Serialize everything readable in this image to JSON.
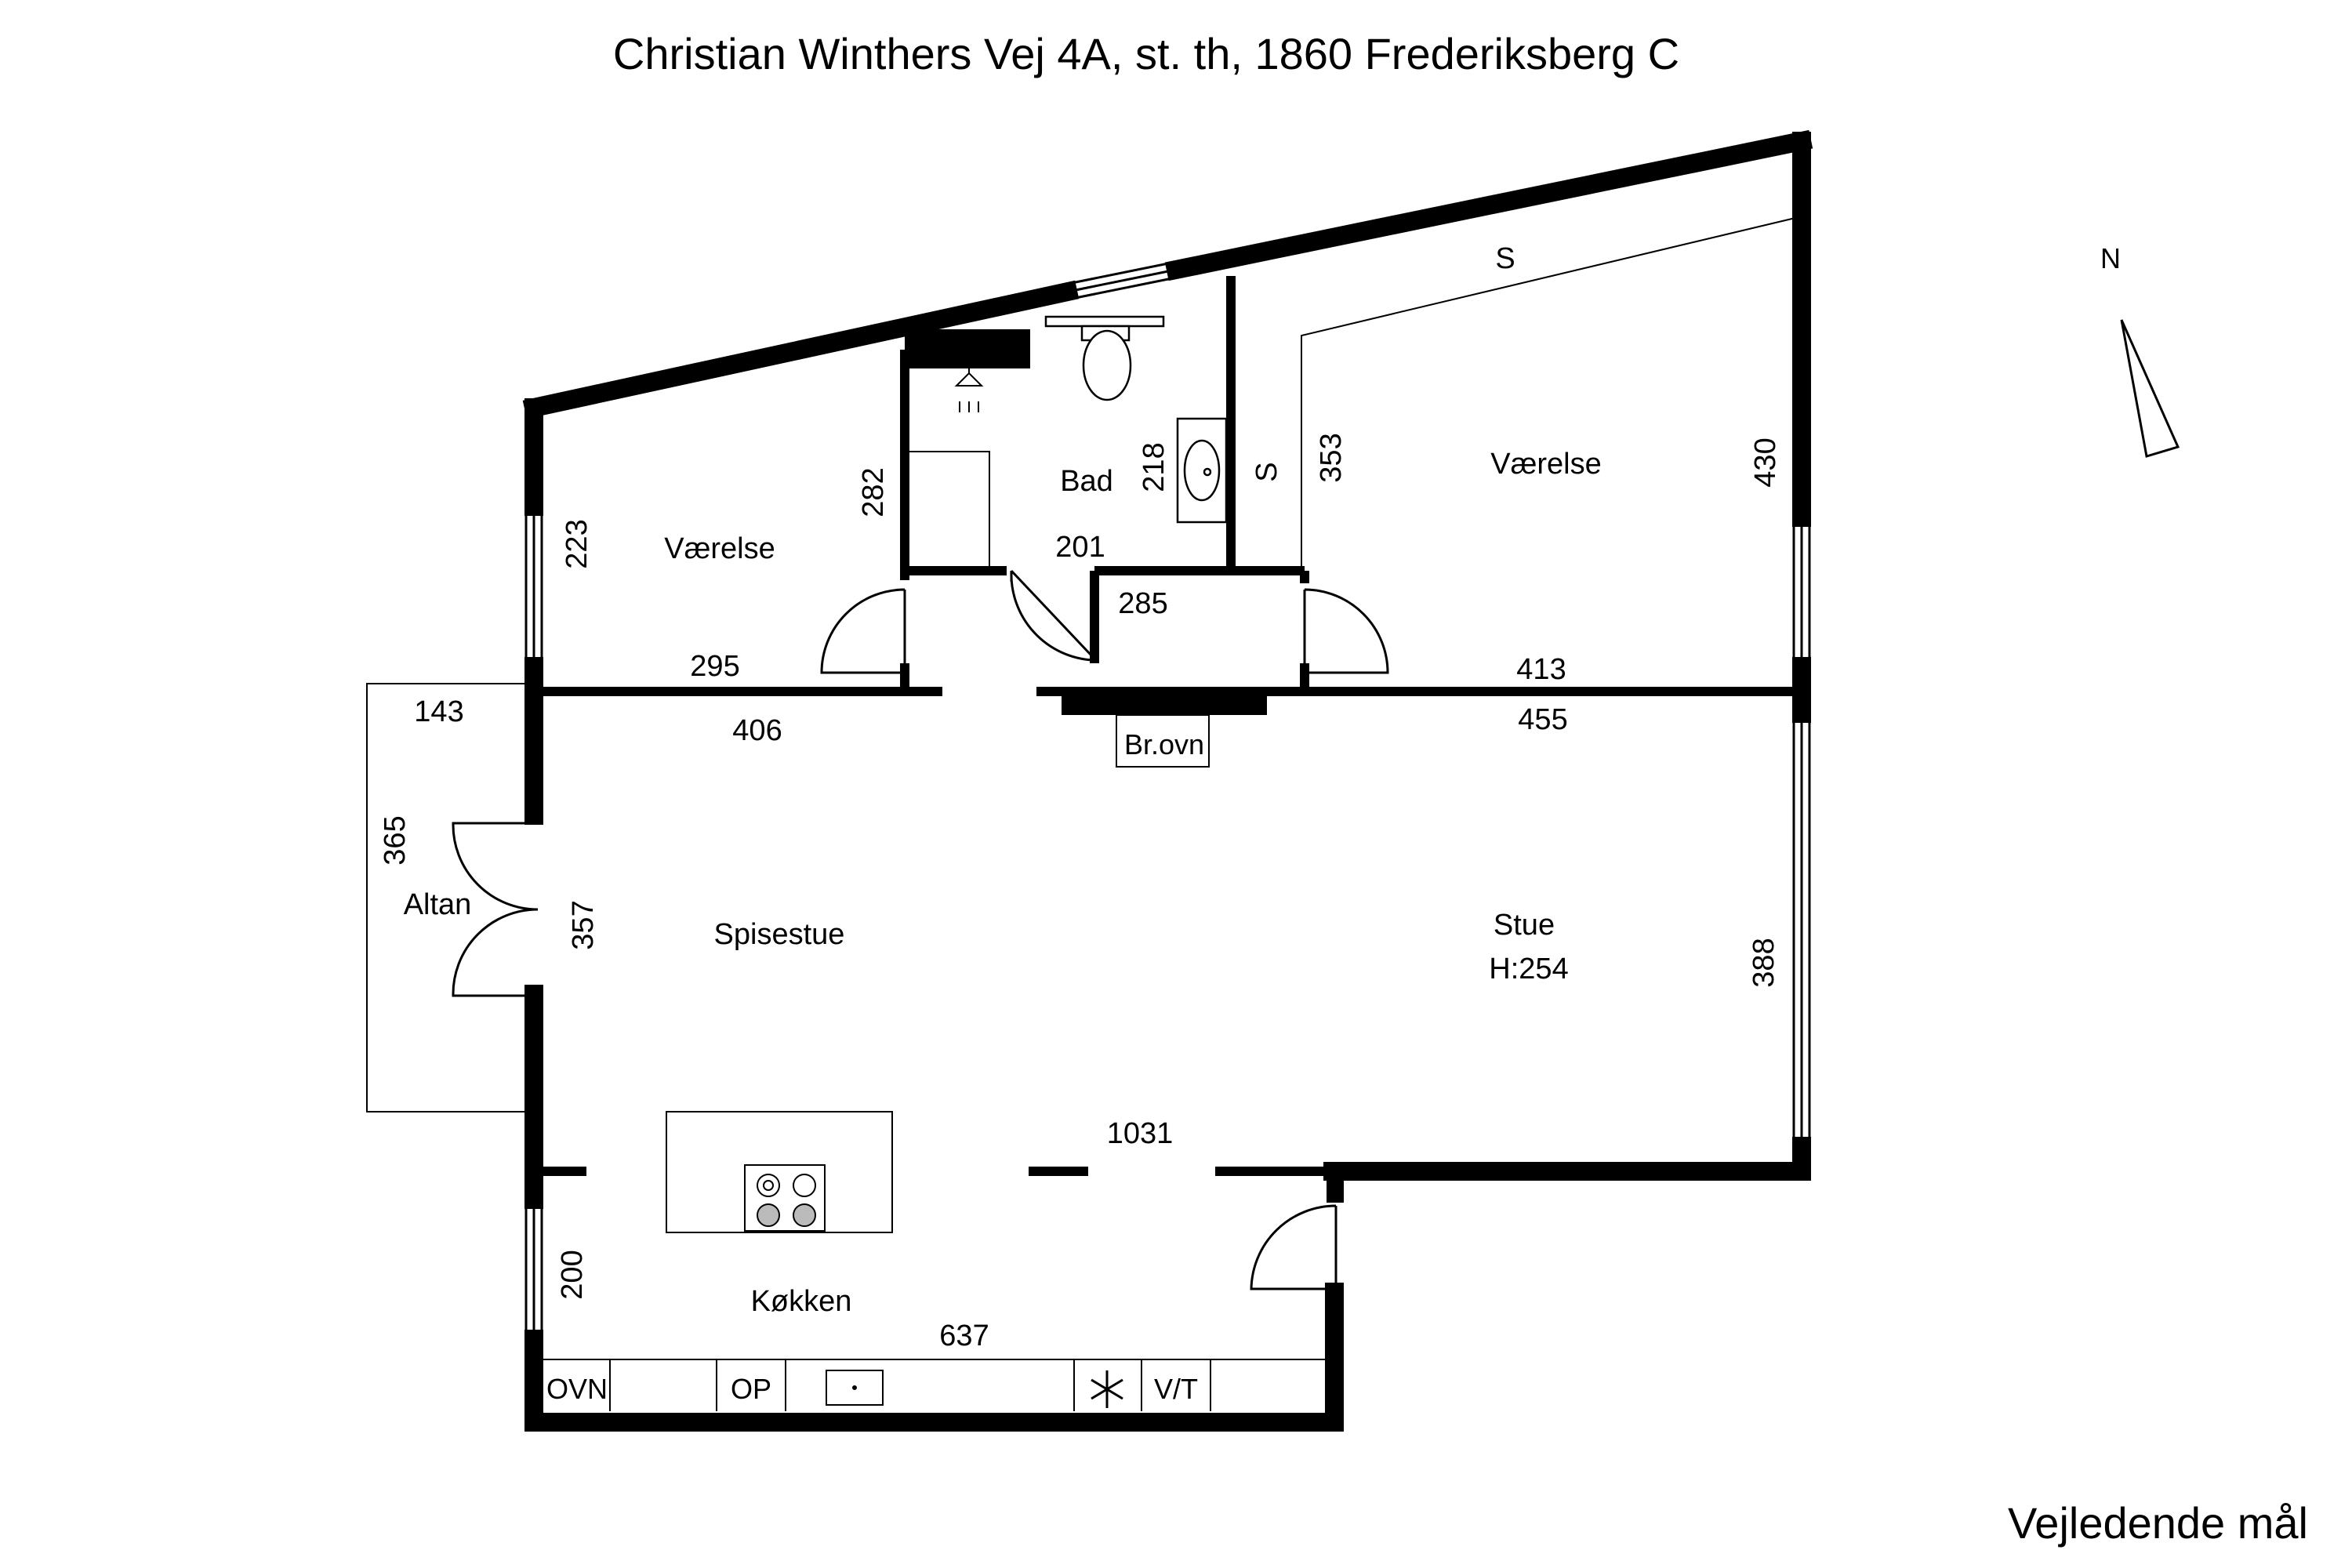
{
  "title": "Christian Winthers Vej 4A, st. th, 1860 Frederiksberg C",
  "footer": "Vejledende mål",
  "north_label": "N",
  "rooms": {
    "vaerelse_left": "Værelse",
    "bad": "Bad",
    "vaerelse_right": "Værelse",
    "altan": "Altan",
    "spisestue": "Spisestue",
    "stue": "Stue",
    "stue_height": "H:254",
    "koekken": "Køkken"
  },
  "fixtures": {
    "braendeovn": "Br.ovn",
    "closet_bad": "S",
    "closet_top": "S",
    "oven": "OVN",
    "dishwasher": "OP",
    "washer_dryer": "V/T"
  },
  "dimensions": {
    "d223": "223",
    "d282": "282",
    "d295": "295",
    "d201": "201",
    "d218": "218",
    "d353": "353",
    "d430": "430",
    "d285": "285",
    "d413": "413",
    "d143": "143",
    "d406": "406",
    "d455": "455",
    "d365": "365",
    "d357": "357",
    "d388": "388",
    "d1031": "1031",
    "d200": "200",
    "d637": "637"
  }
}
